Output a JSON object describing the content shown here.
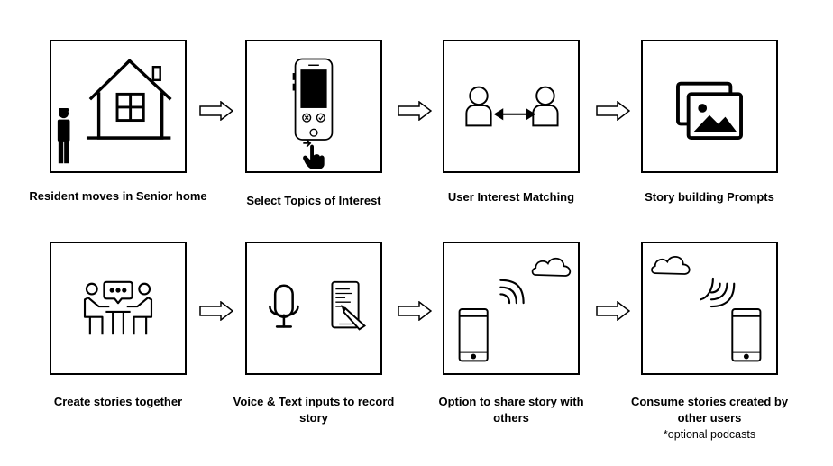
{
  "steps": [
    {
      "id": "resident-moves-in",
      "label": "Resident moves in Senior home"
    },
    {
      "id": "select-topics",
      "label": "Select Topics of Interest"
    },
    {
      "id": "user-interest-matching",
      "label": "User Interest Matching"
    },
    {
      "id": "story-building-prompts",
      "label": "Story building Prompts"
    },
    {
      "id": "create-stories-together",
      "label": "Create stories together"
    },
    {
      "id": "voice-text-inputs",
      "label": "Voice & Text inputs to record story"
    },
    {
      "id": "option-to-share",
      "label": "Option to share story with others"
    },
    {
      "id": "consume-stories",
      "label": "Consume stories created by other users",
      "note": "*optional podcasts"
    }
  ],
  "icons": [
    "person-icon",
    "house-icon",
    "smartphone-icon",
    "tap-hand-icon",
    "user-icon",
    "bidirectional-arrow-icon",
    "picture-gallery-icon",
    "group-conversation-icon",
    "microphone-icon",
    "tablet-stylus-icon",
    "cloud-icon",
    "wifi-signal-icon",
    "arrow-right-icon"
  ]
}
